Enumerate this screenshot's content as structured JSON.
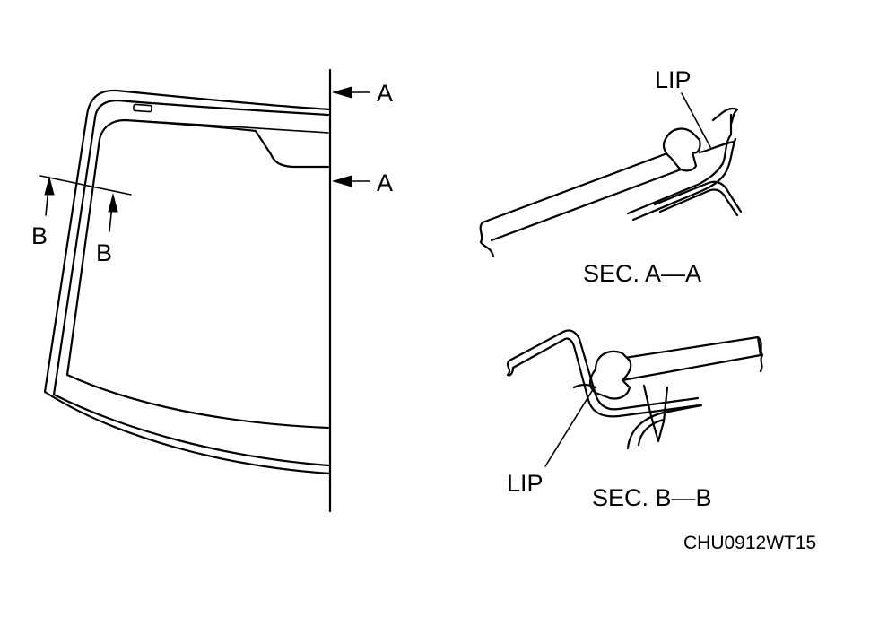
{
  "labels": {
    "section_arrow_a_top": "A",
    "section_arrow_a_bottom": "A",
    "section_arrow_b_outer": "B",
    "section_arrow_b_inner": "B",
    "lip_a": "LIP",
    "section_a_title": "SEC. A—A",
    "lip_b": "LIP",
    "section_b_title": "SEC. B—B",
    "figure_code": "CHU0912WT15"
  }
}
